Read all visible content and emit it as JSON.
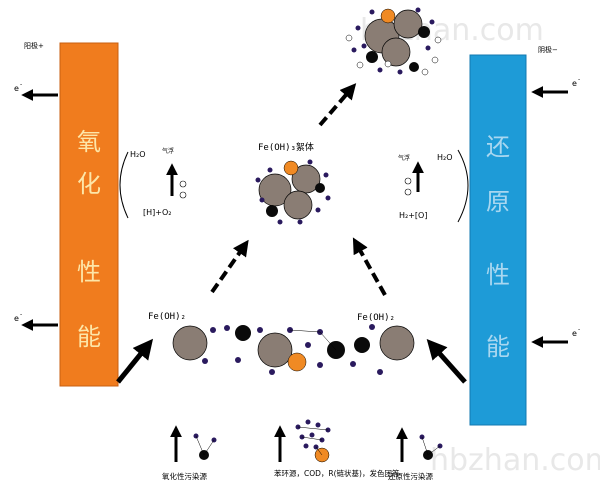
{
  "watermark": "hbzhan.com",
  "anode": {
    "label": "阳极+",
    "chars": [
      "氧",
      "化",
      "性",
      "能"
    ],
    "electron": "e",
    "electron_sup": "-",
    "color": "#f07c1e",
    "text_color": "#fde6a8"
  },
  "cathode": {
    "label": "阴极−",
    "chars": [
      "还",
      "原",
      "性",
      "能"
    ],
    "electron": "e",
    "electron_sup": "-",
    "color": "#1e9bd7",
    "text_color": "#a9d7f0"
  },
  "left_gas": {
    "water": "H₂O",
    "float": "气浮",
    "products": "[H]+O₂"
  },
  "right_gas": {
    "water": "H₂O",
    "float": "气浮",
    "products": "H₂+[O]"
  },
  "floc": {
    "label": "Fe(OH)₃絮体"
  },
  "fe2_left": "Fe(OH)₂",
  "fe2_right": "Fe(OH)₂",
  "sources": [
    "氧化性污染源",
    "苯环源，COD，R(链状基)，发色团等",
    "还原性污染源"
  ],
  "colors": {
    "gray_particle": "#8a7d74",
    "purple_dot": "#2a1a5e",
    "orange_dot": "#f08a24",
    "black_dot": "#0a0a0a"
  }
}
